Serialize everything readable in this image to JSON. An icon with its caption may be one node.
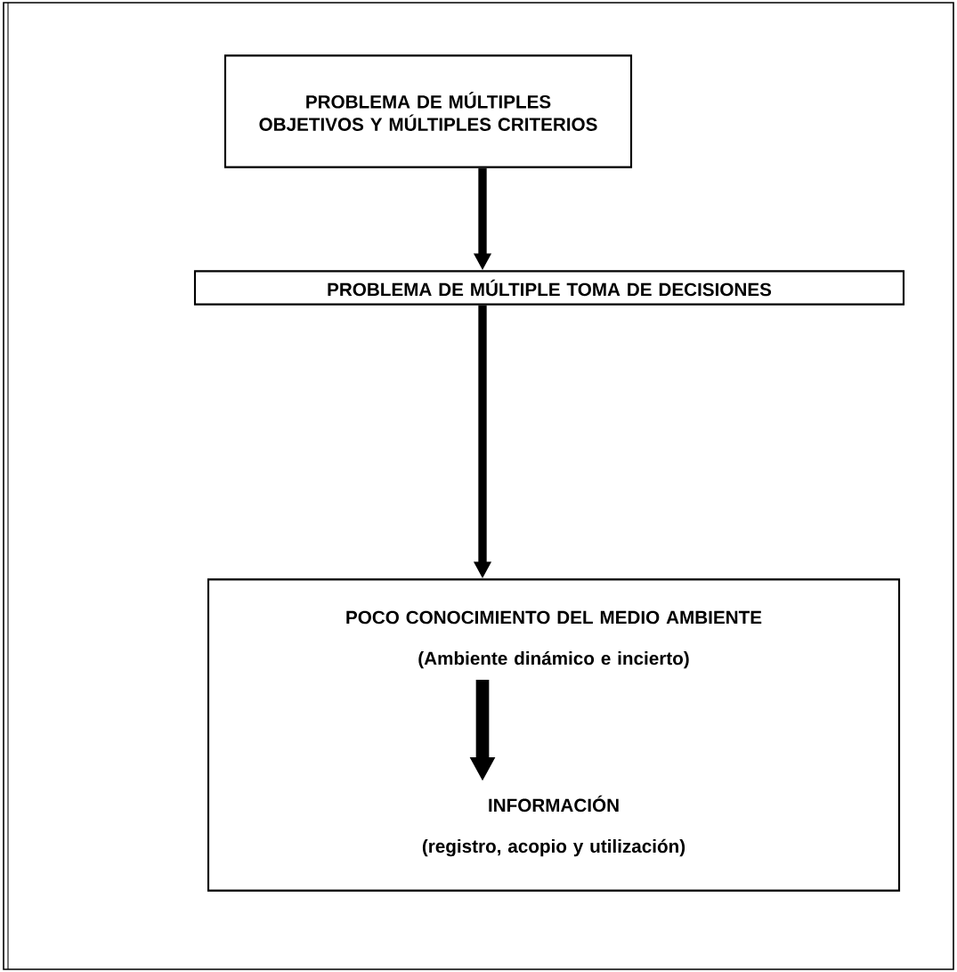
{
  "diagram": {
    "nodes": [
      {
        "text": [
          "PROBLEMA DE MÚLTIPLES OBJETIVOS Y MÚLTIPLES CRITERIOS"
        ]
      },
      {
        "text": [
          "PROBLEMA DE MÚLTIPLE TOMA DE DECISIONES"
        ]
      },
      {
        "text": [],
        "shape": "box"
      },
      {
        "text": [
          "POCO CONOCIMIENTO DEL MEDIO AMBIENTE",
          "(Ambiente dinámico e incierto)"
        ],
        "in": 2
      },
      {
        "text": [
          "INFORMACIÓN",
          "(registro, acopio y utilización)"
        ],
        "in": 2
      }
    ],
    "edges": [
      {
        "from": 0,
        "to": 1,
        "arrow": "to"
      },
      {
        "from": 1,
        "to": 2,
        "arrow": "to"
      },
      {
        "from": 3,
        "to": 4,
        "arrow": "to"
      }
    ]
  }
}
